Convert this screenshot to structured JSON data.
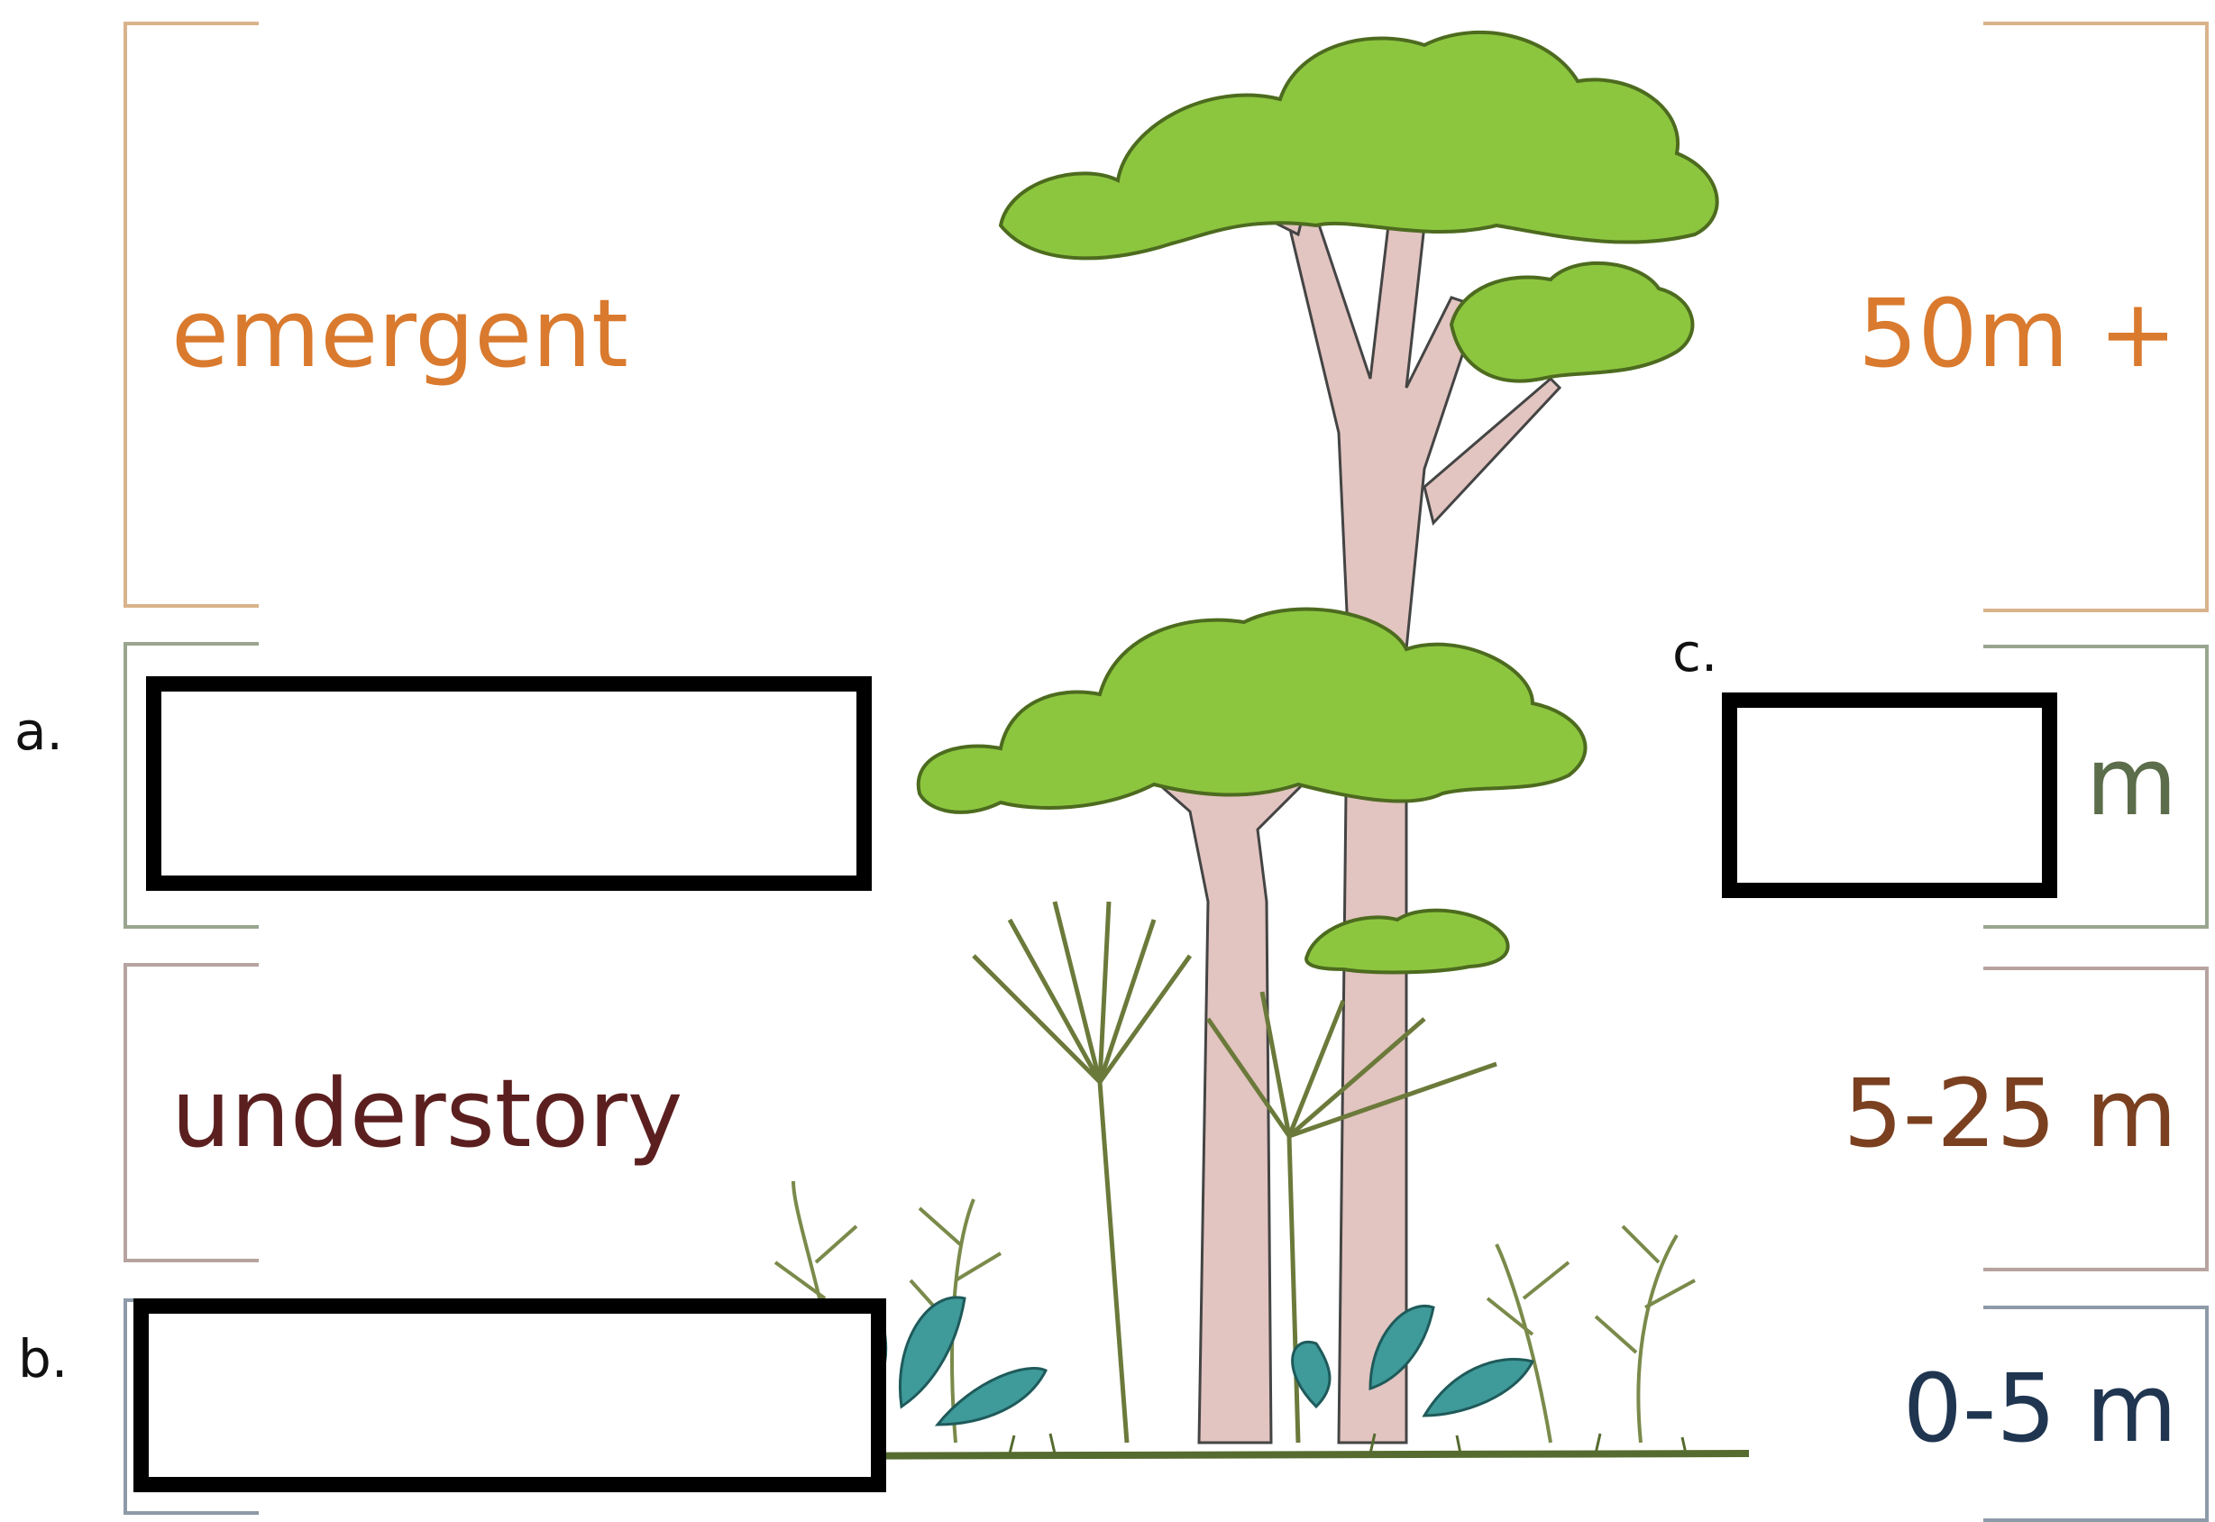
{
  "colors": {
    "emergent": "#d97a2e",
    "canopy": "#5b6d4a",
    "understory": "#5c1f1f",
    "forest_floor": "#1f3550",
    "bracket_emergent": "#d8b38c",
    "bracket_canopy": "#9aa58f",
    "bracket_understory": "#b7a3a0",
    "bracket_floor": "#8d9aa8",
    "leaf": "#8cc63f",
    "trunk": "#e2c4c0",
    "ground_leaf": "#3f9a9a"
  },
  "layers": {
    "emergent": {
      "name": "emergent",
      "height": "50m +"
    },
    "canopy": {
      "question_label": "a.",
      "height_question_label": "c.",
      "height_unit": "m"
    },
    "understory": {
      "name": "understory",
      "height": "5-25 m"
    },
    "forest_floor": {
      "question_label": "b.",
      "height": "0-5 m"
    }
  }
}
